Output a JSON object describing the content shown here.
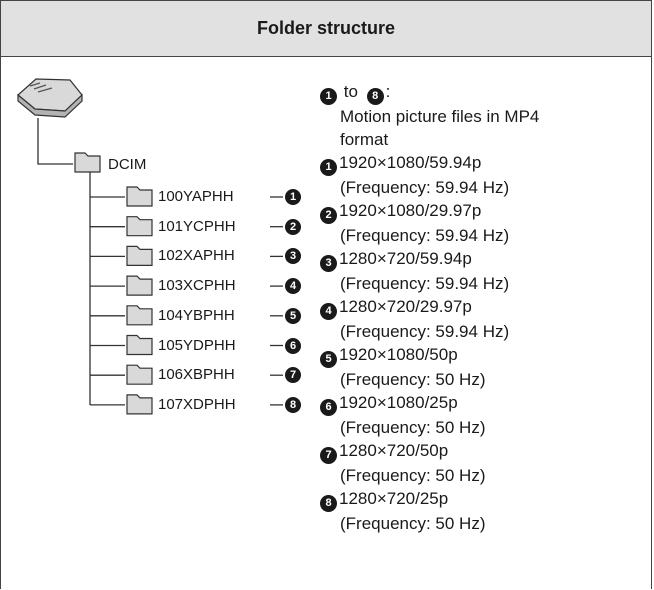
{
  "header": {
    "title": "Folder structure"
  },
  "tree": {
    "root_label": "DCIM",
    "folders": [
      {
        "name": "100YAPHH",
        "num": "1"
      },
      {
        "name": "101YCPHH",
        "num": "2"
      },
      {
        "name": "102XAPHH",
        "num": "3"
      },
      {
        "name": "103XCPHH",
        "num": "4"
      },
      {
        "name": "104YBPHH",
        "num": "5"
      },
      {
        "name": "105YDPHH",
        "num": "6"
      },
      {
        "name": "106XBPHH",
        "num": "7"
      },
      {
        "name": "107XDPHH",
        "num": "8"
      }
    ]
  },
  "legend": {
    "range_start": "1",
    "range_to": "to",
    "range_end": "8",
    "range_colon": ":",
    "range_desc_1": "Motion picture files in MP4",
    "range_desc_2": "format",
    "entries": [
      {
        "num": "1",
        "spec": "1920×1080/59.94p",
        "freq": "(Frequency: 59.94 Hz)"
      },
      {
        "num": "2",
        "spec": "1920×1080/29.97p",
        "freq": "(Frequency: 59.94 Hz)"
      },
      {
        "num": "3",
        "spec": "1280×720/59.94p",
        "freq": "(Frequency: 59.94 Hz)"
      },
      {
        "num": "4",
        "spec": "1280×720/29.97p",
        "freq": "(Frequency: 59.94 Hz)"
      },
      {
        "num": "5",
        "spec": "1920×1080/50p",
        "freq": "(Frequency: 50 Hz)"
      },
      {
        "num": "6",
        "spec": "1920×1080/25p",
        "freq": "(Frequency: 50 Hz)"
      },
      {
        "num": "7",
        "spec": "1280×720/50p",
        "freq": "(Frequency: 50 Hz)"
      },
      {
        "num": "8",
        "spec": "1280×720/25p",
        "freq": "(Frequency: 50 Hz)"
      }
    ]
  }
}
